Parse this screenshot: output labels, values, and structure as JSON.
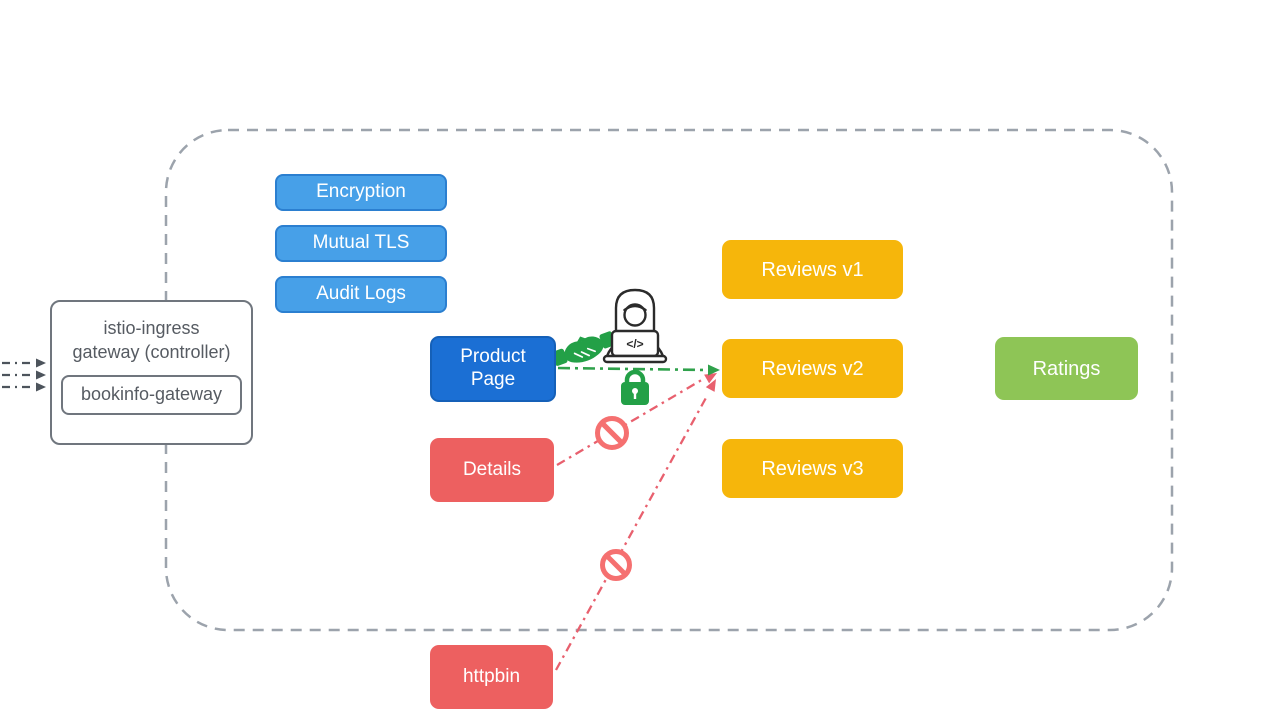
{
  "diagram": {
    "ingress": {
      "line1": "istio-ingress",
      "line2": "gateway (controller)",
      "gateway_label": "bookinfo-gateway"
    },
    "policies": [
      "Encryption",
      "Mutual TLS",
      "Audit Logs"
    ],
    "services": {
      "product_page": {
        "line1": "Product",
        "line2": "Page"
      },
      "details_label": "Details",
      "httpbin_label": "httpbin",
      "reviews": [
        "Reviews v1",
        "Reviews v2",
        "Reviews v3"
      ],
      "ratings_label": "Ratings"
    },
    "laptop_code_glyph": "</>",
    "icons": {
      "handshake": "handshake-icon",
      "developer": "person-at-laptop-icon",
      "lock": "lock-icon",
      "blocked": "no-entry-icon",
      "ingress_arrows": "inbound-traffic-arrows"
    },
    "colors": {
      "policy_blue": "#47A0E8",
      "product_blue": "#1B6FD4",
      "reviews_yellow": "#F6B60B",
      "ratings_green": "#8EC556",
      "service_red": "#ED6060",
      "allowed_green": "#2FA14B",
      "denied_red": "#E8606E",
      "boundary_gray": "#9CA3AC"
    }
  }
}
